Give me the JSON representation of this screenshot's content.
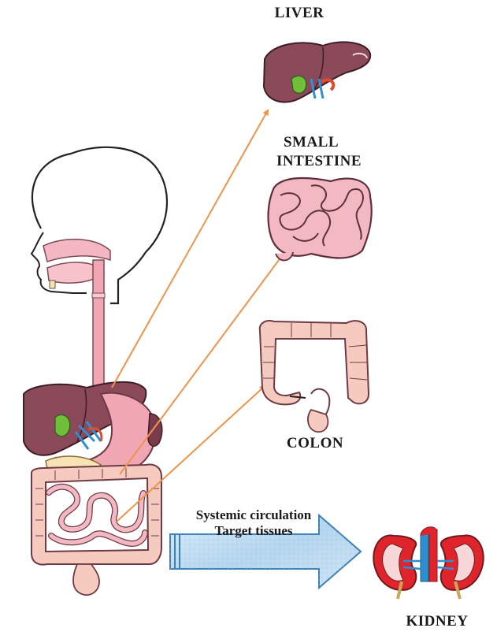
{
  "labels": {
    "liver": "LIVER",
    "small_intestine_line1": "SMALL",
    "small_intestine_line2": "INTESTINE",
    "colon": "COLON",
    "kidney": "KIDNEY",
    "flow_line1": "Systemic circulation",
    "flow_line2": "Target tissues"
  },
  "colors": {
    "liver": "#8a4a5a",
    "liver_dark": "#5e2e3c",
    "intestine": "#f2b9c3",
    "colon": "#f6cbbf",
    "arrow_orange": "#f0944a",
    "big_arrow_fill": "#b9d8ef",
    "big_arrow_stroke": "#3f7fb8",
    "kidney_red": "#e0242c",
    "kidney_blue": "#2b8fd0"
  }
}
